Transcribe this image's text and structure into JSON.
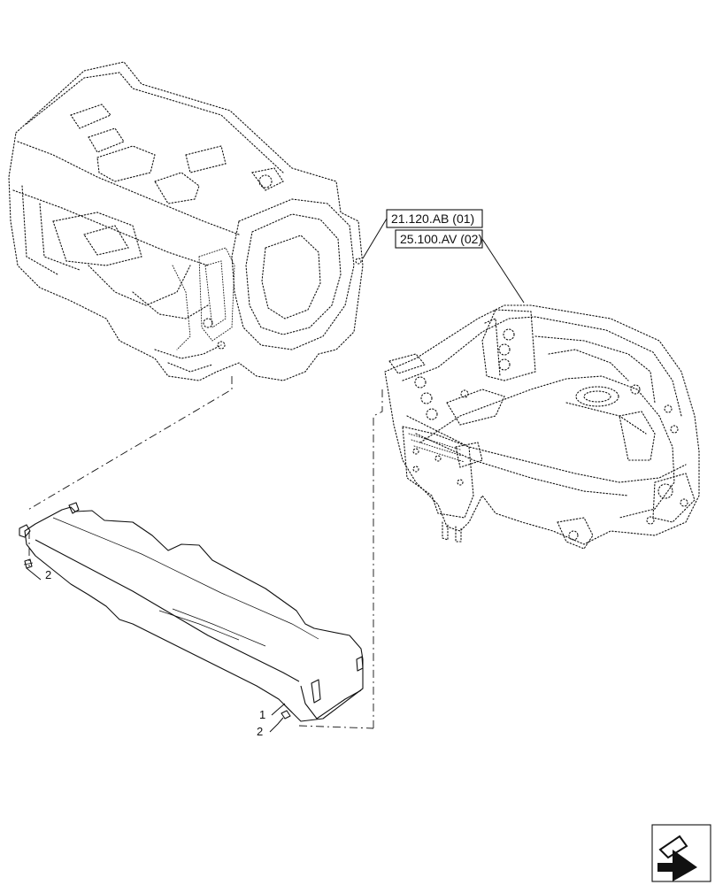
{
  "references": [
    {
      "id": "ref-21-120-ab",
      "label": "21.120.AB (01)"
    },
    {
      "id": "ref-25-100-av",
      "label": "25.100.AV (02)"
    }
  ],
  "callouts": [
    {
      "id": "callout-2-left",
      "label": "2"
    },
    {
      "id": "callout-1",
      "label": "1"
    },
    {
      "id": "callout-2-right",
      "label": "2"
    }
  ],
  "icons": {
    "navigation": "next-page-arrow-icon"
  }
}
